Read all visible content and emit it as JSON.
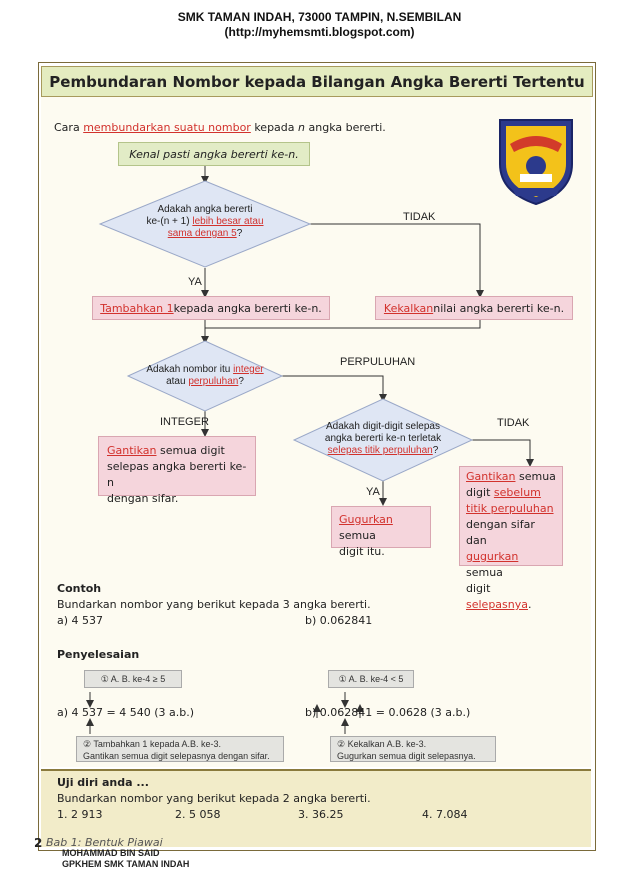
{
  "header": {
    "line1": "SMK TAMAN INDAH, 73000 TAMPIN, N.SEMBILAN",
    "line2": "(http://myhemsmti.blogspot.com)"
  },
  "title": "Pembundaran Nombor kepada Bilangan Angka Bererti Tertentu",
  "intro": {
    "prefix": "Cara ",
    "link": "membundarkan suatu nombor",
    "mid": " kepada ",
    "var": "n",
    "suffix": " angka bererti."
  },
  "flow": {
    "start": "Kenal pasti angka bererti ke-n.",
    "q1_line1": "Adakah angka bererti",
    "q1_line2_a": "ke-(n + 1) ",
    "q1_line2_b": "lebih besar atau",
    "q1_line3_a": "sama dengan 5",
    "q1_line3_b": "?",
    "tidak1": "TIDAK",
    "ya1": "YA",
    "add_a": "Tambahkan 1",
    "add_b": " kepada angka bererti ke-n.",
    "keep_a": "Kekalkan",
    "keep_b": " nilai angka bererti ke-n.",
    "q2_line1_a": "Adakah nombor itu ",
    "q2_line1_b": "integer",
    "q2_line2_a": "atau ",
    "q2_line2_b": "perpuluhan",
    "q2_line2_c": "?",
    "perpuluhan": "PERPULUHAN",
    "integer": "INTEGER",
    "int_a": "Gantikan",
    "int_b": " semua digit",
    "int_line2": "selepas angka bererti ke-n",
    "int_line3": "dengan sifar.",
    "q3_line1": "Adakah digit-digit selepas",
    "q3_line2": "angka bererti ke-n terletak",
    "q3_line3_a": "selepas titik perpuluhan",
    "q3_line3_b": "?",
    "tidak2": "TIDAK",
    "ya2": "YA",
    "drop_a": "Gugurkan",
    "drop_b": " semua",
    "drop_line2": "digit itu.",
    "right_l1_a": "Gantikan",
    "right_l1_b": " semua",
    "right_l2_a": "digit ",
    "right_l2_b": "sebelum",
    "right_l3": "titik perpuluhan",
    "right_l4": "dengan sifar dan",
    "right_l5_a": "gugurkan",
    "right_l5_b": " semua",
    "right_l6_a": "digit ",
    "right_l6_b": "selepasnya",
    "right_l6_c": "."
  },
  "contoh": {
    "heading": "Contoh",
    "instruction": "Bundarkan nombor yang berikut kepada 3 angka bererti.",
    "a": "a)  4 537",
    "b": "b)  0.062841",
    "penyelesaian": "Penyelesaian",
    "note_a_top": "① A. B. ke-4 ≥ 5",
    "note_b_top": "① A. B. ke-4 < 5",
    "ans_a": "a)  4 537 = 4 540 (3 a.b.)",
    "ans_b": "b)  0.062841 = 0.0628 (3 a.b.)",
    "note_a_bot1": "② Tambahkan 1 kepada A.B. ke-3.",
    "note_a_bot2": "Gantikan semua digit selepasnya dengan sifar.",
    "note_b_bot1": "② Kekalkan A.B. ke-3.",
    "note_b_bot2": "Gugurkan semua digit selepasnya."
  },
  "uji": {
    "heading": "Uji diri anda ...",
    "instruction": "Bundarkan nombor yang berikut kepada 2 angka bererti.",
    "q1": "1.  2 913",
    "q2": "2.  5 058",
    "q3": "3.  36.25",
    "q4": "4.  7.084"
  },
  "footer": {
    "page": "2",
    "book": "Bab 1: Bentuk Piawai",
    "author": "MOHAMMAD BIN SAID",
    "org": "GPKHEM SMK TAMAN INDAH"
  },
  "colors": {
    "accent_red": "#d2322d",
    "pink": "#f5d5dc",
    "green": "#e2ecc6",
    "title_bg": "#e4ecc0"
  }
}
